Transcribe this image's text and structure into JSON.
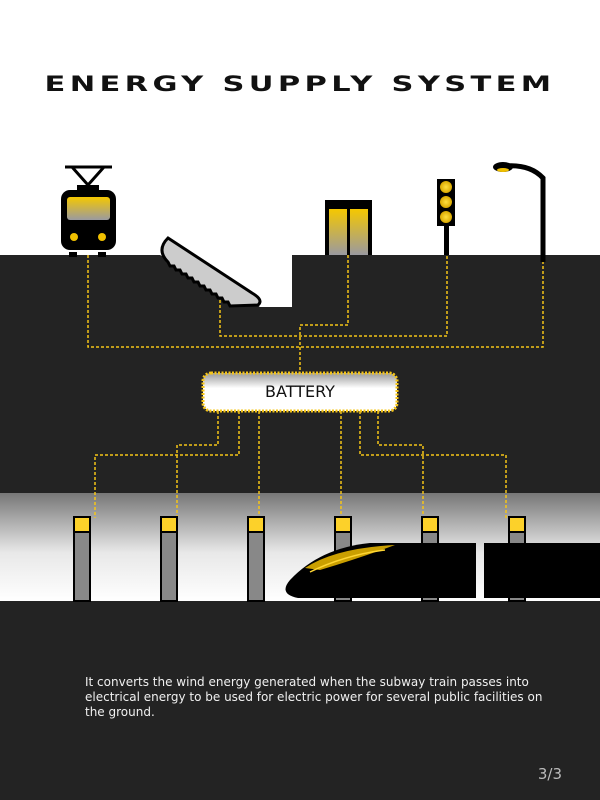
{
  "title": "ENERGY SUPPLY SYSTEM",
  "battery_label": "BATTERY",
  "description": "It converts the wind energy generated when the subway train passes into electrical energy to be used for electric power for several public facilities on the ground.",
  "page_indicator": "3/3",
  "facilities": [
    "tram-icon",
    "escalator-icon",
    "elevator-icon",
    "traffic-light-icon",
    "street-lamp-icon"
  ],
  "colors": {
    "accent": "#f5c518",
    "ground": "#232323",
    "pillar": "#888888"
  }
}
